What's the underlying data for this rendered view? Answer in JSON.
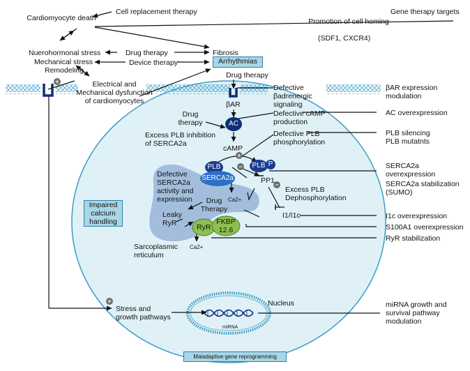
{
  "header": {
    "targets_title": "Gene therapy targets"
  },
  "left": {
    "cardiomyocyte_death": "Cardiomyocyte death",
    "cell_replacement": "Cell replacement therapy",
    "neurohormonal": "Nuerohormonal stress",
    "mechanical": "Mechanical stress",
    "remodeling": "Remodeling",
    "drug_therapy": "Drug therapy",
    "device_therapy": "Device therapy",
    "fibrosis": "Fibrosis",
    "arrhythmias": "Arrhythmias",
    "electrical_mech": "Electrical and Mechanical dysfunction of cardiomyocytes",
    "homing": "Promotion of cell homing",
    "homing_factors": "(SDF1, CXCR4)"
  },
  "cell": {
    "drug_therapy_top": "Drug therapy",
    "bar": "βAR",
    "ac": "AC",
    "drug_therapy_mid": "Drug therapy",
    "camp": "cAMP",
    "excess_plb": "Excess PLB inhibition of SERCA2a",
    "plb": "PLB",
    "p": "P",
    "serca": "SERCA2a",
    "pp1": "PP1",
    "ca": "Ca2+",
    "ca2": "Ca2+",
    "defective_serca": "Defective SERCA2a activity and expression",
    "drug_therapy_sr": "Drug Therapy",
    "leaky_ryr": "Leaky RyR",
    "ryr": "RyR",
    "fkbp": "FKBP 12.6",
    "sr": "Sarcoplasmic reticulum",
    "excess_dephos": "Excess PLB Dephosphorylation",
    "i1": "I1/I1c",
    "impaired": "Impaired calcium handling",
    "stress": "Stress and growth pathways",
    "nucleus": "Nucleus",
    "mirna_small": "miRNA",
    "maladaptive": "Maladaptive gene reprogramming"
  },
  "defects": {
    "badrenergic": "Defective βadrenergic signaling",
    "camp_prod": "Defective cAMP production",
    "plb_phos": "Defective PLB phosphorylation"
  },
  "targets": {
    "bar_mod": "βAR expression modulation",
    "ac_over": "AC overexpression",
    "plb_silencing": "PLB silencing PLB mutatnts",
    "serca_over": "SERCA2a overexpression",
    "serca_stab": "SERCA2a stabilization (SUMO)",
    "i1c_over": "I1c overexpression",
    "s100_over": "S100A1 overexpression",
    "ryr_stab": "RyR stabilization",
    "mirna_mod": "miRNA growth and survival pathway modulation"
  },
  "symbols": {
    "plus": "+",
    "minus": "−"
  },
  "colors": {
    "cell_fill": "#dff1f7",
    "cell_stroke": "#3a9cc5",
    "sr_fill": "#a3bedd",
    "dark_blue": "#0d2f7a",
    "serca_blue": "#2b6fc7",
    "ryr_green": "#8dc04f",
    "box_fill": "#a9d6e6"
  }
}
